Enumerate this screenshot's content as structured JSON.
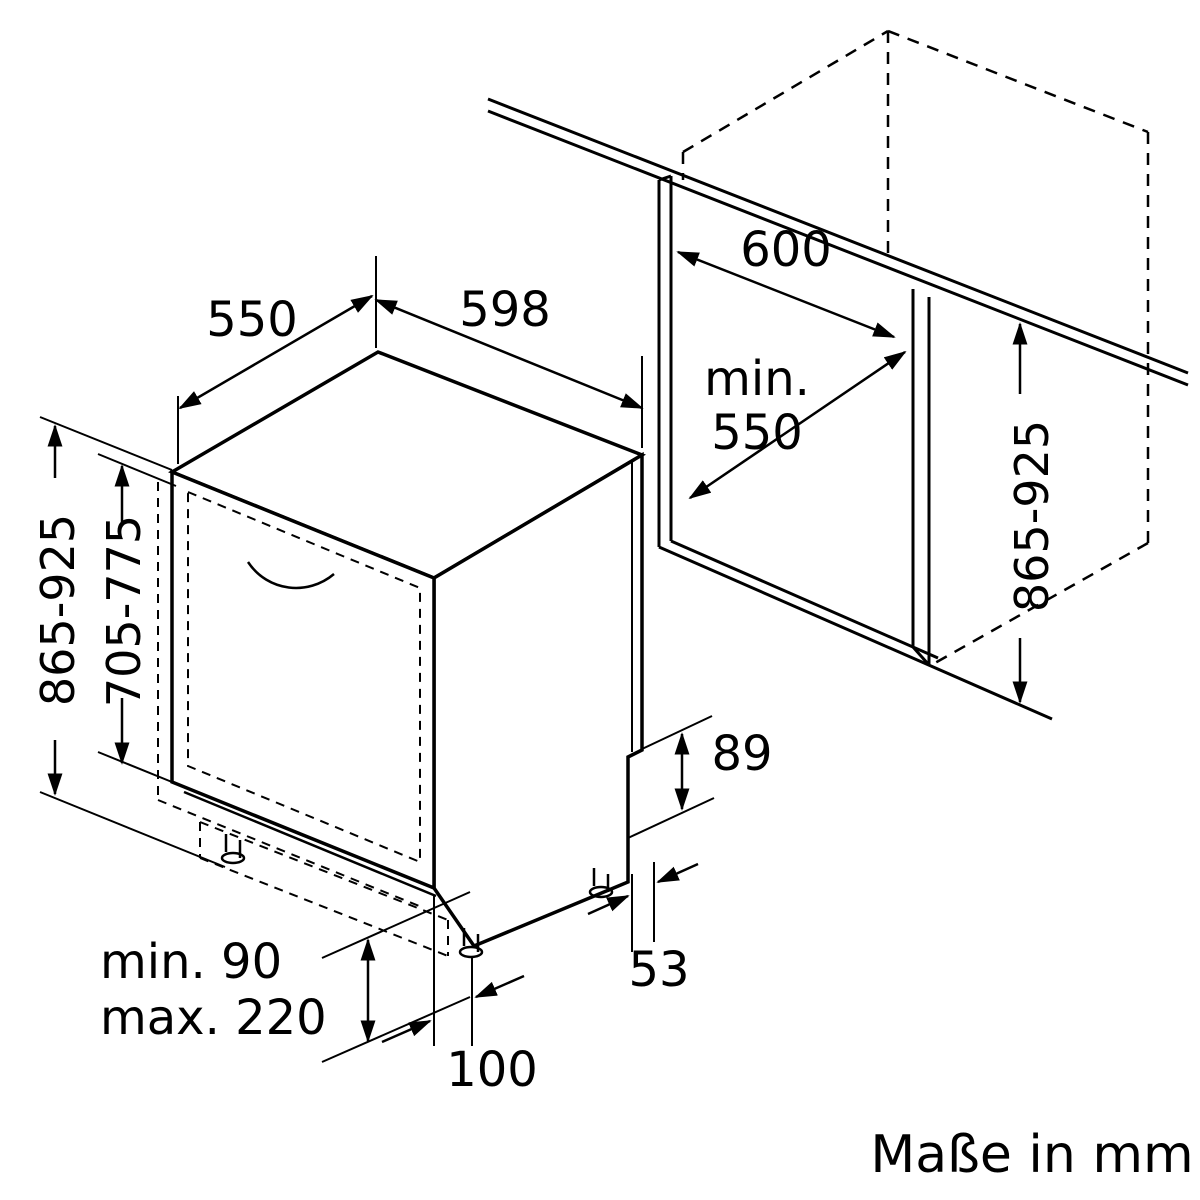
{
  "page": {
    "background": "#ffffff",
    "line_color": "#000000",
    "footer": "Maße in mm"
  },
  "dimensions": {
    "top_depth": "550",
    "top_width": "598",
    "niche_width": "600",
    "niche_depth_prefix": "min.",
    "niche_depth_value": "550",
    "niche_height": "865-925",
    "appliance_height": "865-925",
    "door_height": "705-775",
    "rear_step_height": "89",
    "rear_inset": "53",
    "plinth_min": "min. 90",
    "plinth_max": "max. 220",
    "front_foot_inset": "100"
  }
}
